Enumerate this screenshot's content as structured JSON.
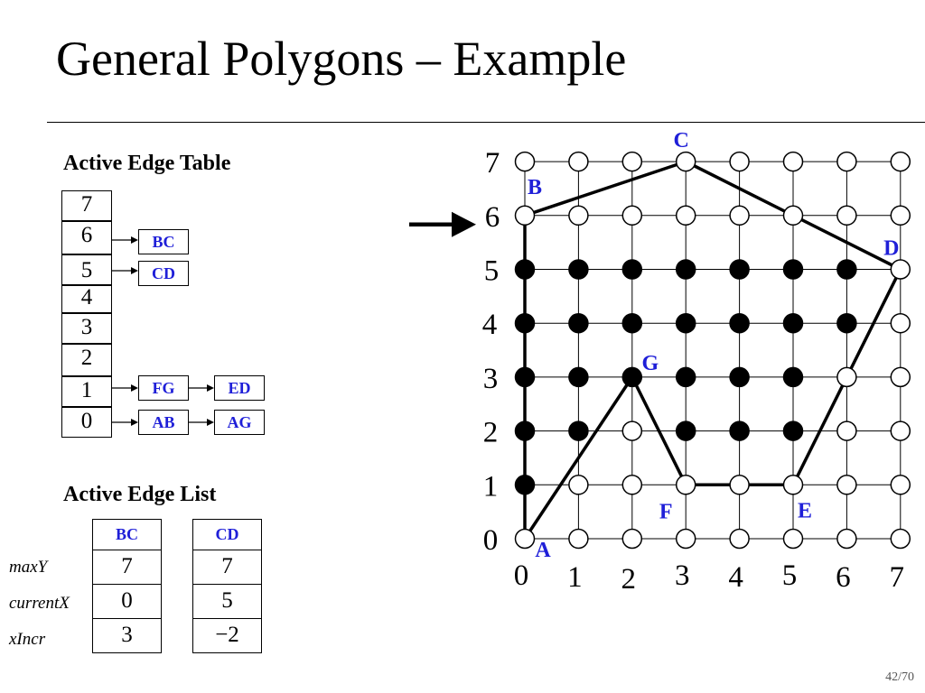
{
  "title": "General Polygons – Example",
  "page_number": "42/70",
  "active_edge_table": {
    "heading": "Active Edge Table",
    "rows": [
      {
        "label": "7",
        "edges": []
      },
      {
        "label": "6",
        "edges": [
          "BC"
        ]
      },
      {
        "label": "5",
        "edges": [
          "CD"
        ]
      },
      {
        "label": "4",
        "edges": []
      },
      {
        "label": "3",
        "edges": []
      },
      {
        "label": "2",
        "edges": []
      },
      {
        "label": "1",
        "edges": [
          "FG",
          "ED"
        ]
      },
      {
        "label": "0",
        "edges": [
          "AB",
          "AG"
        ]
      }
    ]
  },
  "active_edge_list": {
    "heading": "Active Edge List",
    "row_labels": [
      "maxY",
      "currentX",
      "xIncr"
    ],
    "columns": [
      {
        "name": "BC",
        "values": [
          "7",
          "0",
          "3"
        ]
      },
      {
        "name": "CD",
        "values": [
          "7",
          "5",
          "−2"
        ]
      }
    ]
  },
  "grid": {
    "x_labels": [
      "0",
      "1",
      "2",
      "3",
      "4",
      "5",
      "6",
      "7"
    ],
    "y_labels": [
      "0",
      "1",
      "2",
      "3",
      "4",
      "5",
      "6",
      "7"
    ],
    "current_scanline": 6,
    "vertices": [
      {
        "name": "A",
        "x": 0,
        "y": 0
      },
      {
        "name": "B",
        "x": 0,
        "y": 6
      },
      {
        "name": "C",
        "x": 3,
        "y": 7
      },
      {
        "name": "D",
        "x": 7,
        "y": 5
      },
      {
        "name": "E",
        "x": 5,
        "y": 1
      },
      {
        "name": "F",
        "x": 3,
        "y": 1
      },
      {
        "name": "G",
        "x": 2,
        "y": 3
      }
    ],
    "filled_points": [
      [
        0,
        1
      ],
      [
        0,
        2
      ],
      [
        1,
        2
      ],
      [
        3,
        2
      ],
      [
        4,
        2
      ],
      [
        5,
        2
      ],
      [
        0,
        3
      ],
      [
        1,
        3
      ],
      [
        2,
        3
      ],
      [
        3,
        3
      ],
      [
        4,
        3
      ],
      [
        5,
        3
      ],
      [
        0,
        4
      ],
      [
        1,
        4
      ],
      [
        2,
        4
      ],
      [
        3,
        4
      ],
      [
        4,
        4
      ],
      [
        5,
        4
      ],
      [
        6,
        4
      ],
      [
        0,
        5
      ],
      [
        1,
        5
      ],
      [
        2,
        5
      ],
      [
        3,
        5
      ],
      [
        4,
        5
      ],
      [
        5,
        5
      ],
      [
        6,
        5
      ]
    ],
    "colors": {
      "vertex_label": "#1f1fd8",
      "edge": "#000000",
      "filled": "#000000"
    }
  }
}
